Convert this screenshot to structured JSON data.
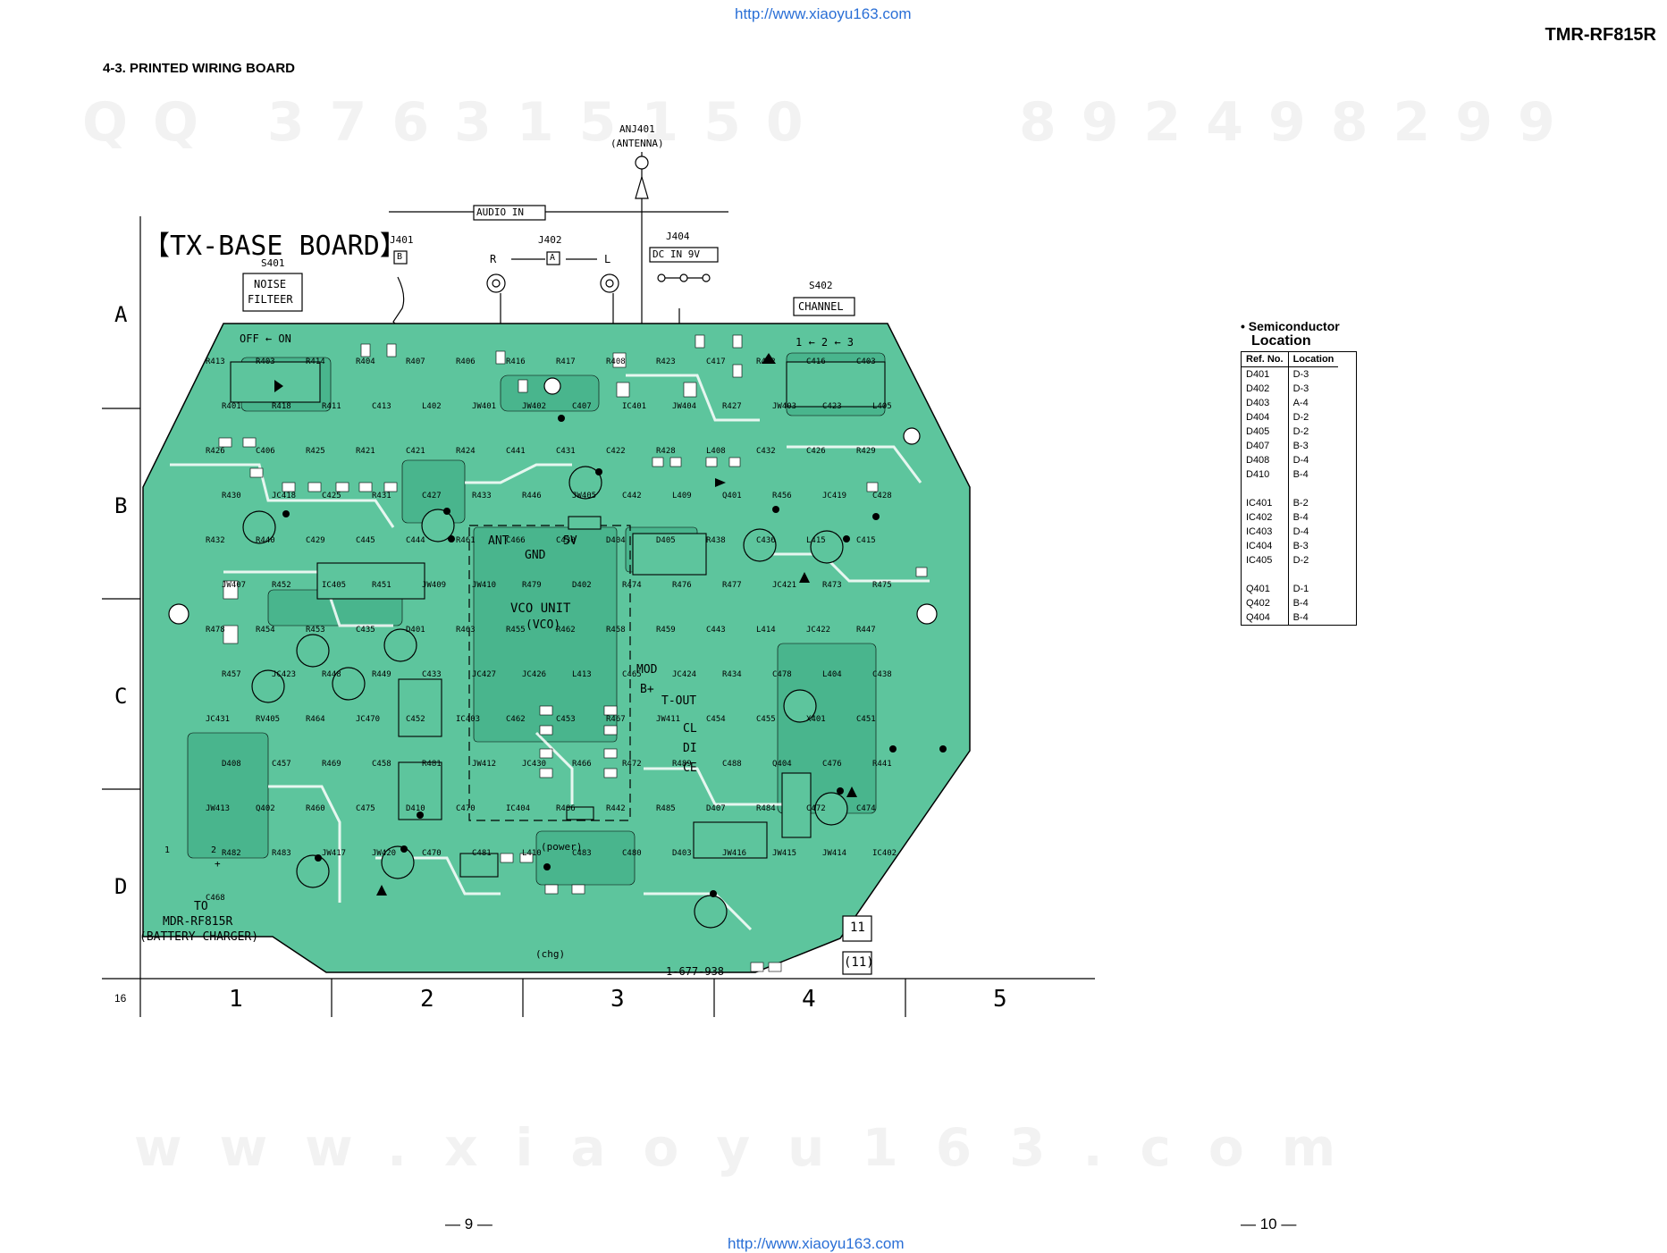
{
  "header": {
    "url_top": "http://www.xiaoyu163.com",
    "model": "TMR-RF815R",
    "section_title": "4-3. PRINTED WIRING BOARD"
  },
  "watermarks": {
    "top_left": "QQ 376315150",
    "top_right": "892498299",
    "bottom": "www.xiaoyu163.com"
  },
  "board": {
    "title": "【TX-BASE BOARD】",
    "part_number": "1-677-938",
    "board_code_a": "11",
    "board_code_b": "(11)",
    "row_labels": [
      "A",
      "B",
      "C",
      "D"
    ],
    "col_labels": [
      "1",
      "2",
      "3",
      "4",
      "5"
    ],
    "corner_label": "16",
    "connectors": {
      "antenna_ref": "ANJ401",
      "antenna_label": "(ANTENNA)",
      "audio_in": "AUDIO IN",
      "j401": "J401",
      "j401_code": "B",
      "j402": "J402",
      "j402_code": "A",
      "j402_r": "R",
      "j402_l": "L",
      "j404": "J404",
      "dc_in": "DC IN 9V",
      "s401": "S401",
      "s401_label_1": "NOISE",
      "s401_label_2": "FILTEER",
      "s401_positions": "OFF ← ON",
      "s402": "S402",
      "s402_label": "CHANNEL",
      "s402_positions": "1 ← 2 ← 3",
      "to_label": "TO",
      "to_target_1": "MDR-RF815R",
      "to_target_2": "(BATTERY CHARGER)",
      "pin_1": "1",
      "pin_2": "2",
      "pin_plus": "+"
    },
    "vco": {
      "unit": "VCO UNIT",
      "unit_sub": "(VCO)",
      "ant": "ANT",
      "gnd": "GND",
      "v5": "5V",
      "mod": "MOD",
      "bplus": "B+",
      "tout": "T-OUT",
      "cl": "CL",
      "di": "DI",
      "ce": "CE"
    },
    "leds": {
      "power": "(power)",
      "chg": "(chg)"
    },
    "components": [
      "R413",
      "R403",
      "R414",
      "R404",
      "R407",
      "R406",
      "R416",
      "R417",
      "R408",
      "R423",
      "C417",
      "R422",
      "C416",
      "C403",
      "R401",
      "R418",
      "R411",
      "C413",
      "L402",
      "JW401",
      "JW402",
      "C407",
      "IC401",
      "JW404",
      "R427",
      "JW403",
      "C423",
      "L405",
      "R426",
      "C406",
      "R425",
      "R421",
      "C421",
      "R424",
      "C441",
      "C431",
      "C422",
      "R428",
      "L408",
      "C432",
      "C426",
      "R429",
      "R430",
      "JC418",
      "C425",
      "R431",
      "C427",
      "R433",
      "R446",
      "JW405",
      "C442",
      "L409",
      "Q401",
      "R456",
      "JC419",
      "C428",
      "R432",
      "R440",
      "C429",
      "C445",
      "C444",
      "R461",
      "C466",
      "C430",
      "D404",
      "D405",
      "R438",
      "C436",
      "L415",
      "C415",
      "JW407",
      "R452",
      "IC405",
      "R451",
      "JW409",
      "JW410",
      "R479",
      "D402",
      "R474",
      "R476",
      "R477",
      "JC421",
      "R473",
      "R475",
      "R478",
      "R454",
      "R453",
      "C435",
      "D401",
      "R463",
      "R455",
      "R462",
      "R458",
      "R459",
      "C443",
      "L414",
      "JC422",
      "R447",
      "R457",
      "JC423",
      "R448",
      "R449",
      "C433",
      "JC427",
      "JC426",
      "L413",
      "C465",
      "JC424",
      "R434",
      "C478",
      "L404",
      "C438",
      "JC431",
      "RV405",
      "R464",
      "JC470",
      "C452",
      "IC403",
      "C462",
      "C453",
      "R467",
      "JW411",
      "C454",
      "C455",
      "X401",
      "C451",
      "D408",
      "C457",
      "R469",
      "C458",
      "R481",
      "JW412",
      "JC430",
      "R466",
      "R472",
      "R489",
      "C488",
      "Q404",
      "C476",
      "R441",
      "JW413",
      "Q402",
      "R460",
      "C475",
      "D410",
      "C470",
      "IC404",
      "R486",
      "R442",
      "R485",
      "D407",
      "R484",
      "C472",
      "C474",
      "R482",
      "R483",
      "JW417",
      "JW420",
      "C470",
      "C481",
      "L410",
      "C483",
      "C480",
      "D403",
      "JW416",
      "JW415",
      "JW414",
      "IC402",
      "C468"
    ]
  },
  "semiconductor": {
    "title": "• Semiconductor",
    "subtitle": "Location",
    "col_ref": "Ref. No.",
    "col_loc": "Location",
    "groups": [
      [
        [
          "D401",
          "D-3"
        ],
        [
          "D402",
          "D-3"
        ],
        [
          "D403",
          "A-4"
        ],
        [
          "D404",
          "D-2"
        ],
        [
          "D405",
          "D-2"
        ],
        [
          "D407",
          "B-3"
        ],
        [
          "D408",
          "D-4"
        ],
        [
          "D410",
          "B-4"
        ]
      ],
      [
        [
          "IC401",
          "B-2"
        ],
        [
          "IC402",
          "B-4"
        ],
        [
          "IC403",
          "D-4"
        ],
        [
          "IC404",
          "B-3"
        ],
        [
          "IC405",
          "D-2"
        ]
      ],
      [
        [
          "Q401",
          "D-1"
        ],
        [
          "Q402",
          "B-4"
        ],
        [
          "Q404",
          "B-4"
        ]
      ]
    ]
  },
  "footer": {
    "page_left": "— 9 —",
    "page_right": "— 10 —",
    "url_bottom": "http://www.xiaoyu163.com"
  },
  "colors": {
    "pcb_fill": "#5dc59d",
    "pcb_trace": "#49b58d",
    "pcb_outline": "#000000",
    "watermark": "#f2f2f2",
    "url": "#2a6fd6"
  }
}
